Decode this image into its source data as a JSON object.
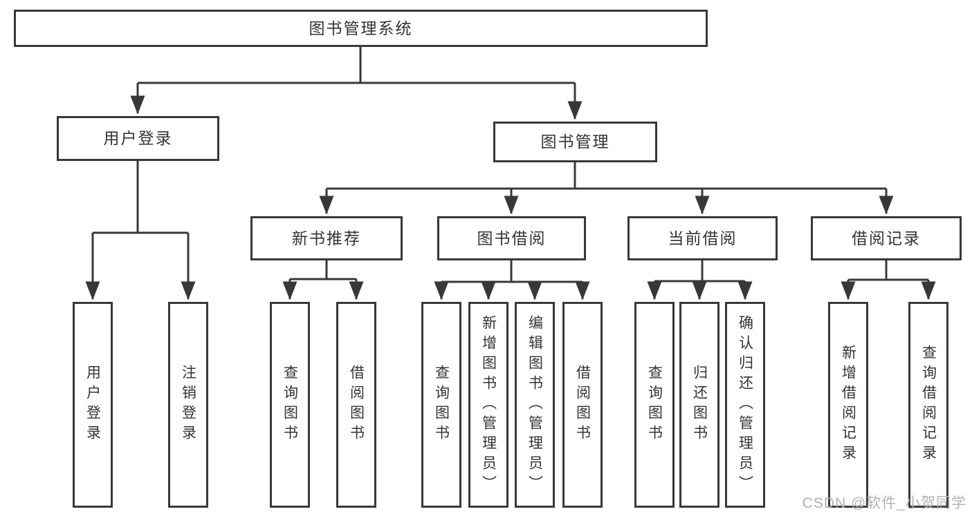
{
  "tree": {
    "root": {
      "label": "图书管理系统"
    },
    "branches": [
      {
        "label": "用户登录",
        "children": [
          {
            "label": "用户登录"
          },
          {
            "label": "注销登录"
          }
        ]
      },
      {
        "label": "图书管理",
        "children": [
          {
            "label": "新书推荐",
            "children": [
              {
                "label": "查询图书"
              },
              {
                "label": "借阅图书"
              }
            ]
          },
          {
            "label": "图书借阅",
            "children": [
              {
                "label": "查询图书"
              },
              {
                "label": "新增图书（管理员）"
              },
              {
                "label": "编辑图书（管理员）"
              },
              {
                "label": "借阅图书"
              }
            ]
          },
          {
            "label": "当前借阅",
            "children": [
              {
                "label": "查询图书"
              },
              {
                "label": "归还图书"
              },
              {
                "label": "确认归还（管理员）"
              }
            ]
          },
          {
            "label": "借阅记录",
            "children": [
              {
                "label": "新增借阅记录"
              },
              {
                "label": "查询借阅记录"
              }
            ]
          }
        ]
      }
    ]
  },
  "watermark": {
    "text": "CSDN @软件_小贺同学"
  },
  "colors": {
    "line": "#383838",
    "box_border": "#383838",
    "text": "#333333",
    "background": "#ffffff",
    "watermark": "#b2b2b2"
  }
}
